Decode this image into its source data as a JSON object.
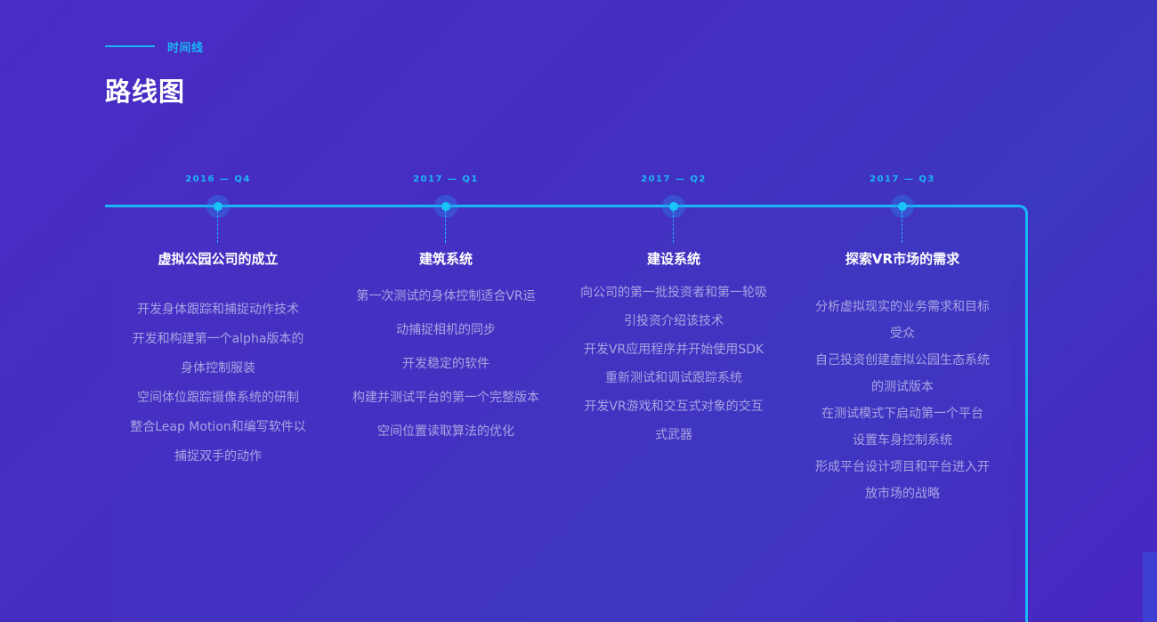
{
  "header": {
    "eyebrow": "时间线",
    "title": "路线图"
  },
  "colors": {
    "accent": "#19b8f5",
    "background": "#4a2bc4",
    "body_text": "#a9a4e2"
  },
  "milestones": [
    {
      "date": "2016 — Q4",
      "title": "虚拟公园公司的成立",
      "lines": [
        "开发身体跟踪和捕捉动作技术",
        "开发和构建第一个alpha版本的",
        "身体控制服装",
        "空间体位跟踪摄像系统的研制",
        "整合Leap Motion和编写软件以",
        "捕捉双手的动作"
      ]
    },
    {
      "date": "2017 — Q1",
      "title": "建筑系统",
      "lines": [
        "第一次测试的身体控制适合VR运",
        "动捕捉相机的同步",
        "开发稳定的软件",
        "构建并测试平台的第一个完整版本",
        "空间位置读取算法的优化"
      ]
    },
    {
      "date": "2017 — Q2",
      "title": "建设系统",
      "lines": [
        "向公司的第一批投资者和第一轮吸",
        "引投资介绍该技术",
        "开发VR应用程序并开始使用SDK",
        "重新测试和调试跟踪系统",
        "开发VR游戏和交互式对象的交互",
        "式武器"
      ]
    },
    {
      "date": "2017 — Q3",
      "title": "探索VR市场的需求",
      "lines": [
        "分析虚拟现实的业务需求和目标",
        "受众",
        "自己投资创建虚拟公园生态系统",
        "的测试版本",
        "在测试模式下启动第一个平台",
        "设置车身控制系统",
        "形成平台设计项目和平台进入开",
        "放市场的战略"
      ]
    }
  ]
}
